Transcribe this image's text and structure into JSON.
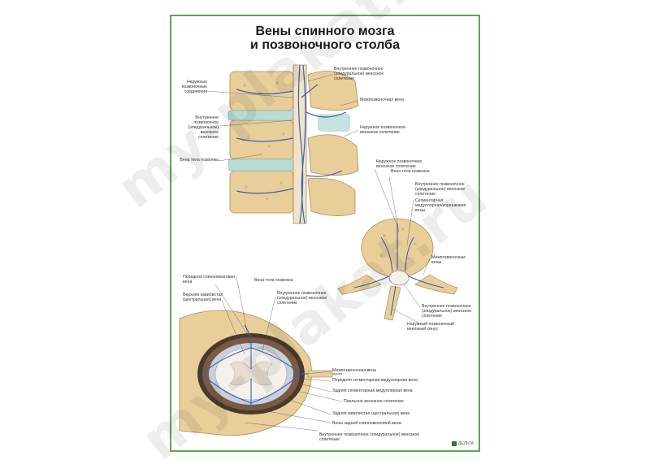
{
  "poster": {
    "title_line1": "Вены спинного мозга",
    "title_line2": "и позвоночного столба",
    "brand": "ДЕЛЬТА"
  },
  "labels": {
    "outer_connections": "Наружные\nпозвоночные\nсоединения",
    "internal_plexus_left": "Внутреннее\nпозвоночное\n(эпидуральное)\nвенозное\nсплетение",
    "vertebral_body_vein_left": "Вена тела позвонка",
    "internal_plexus_top": "Внутреннее позвоночное\n(эпидуральное) венозное\nсплетение",
    "intervertebral_vein_top": "Межпозвоночная вена",
    "external_plexus_top": "Наружное позвоночное\nвенозное сплетение",
    "external_plexus_mid": "Наружное позвоночное\nвенозное сплетение",
    "vertebral_body_vein_mid": "Вена тела позвонка",
    "internal_plexus_mid": "Внутреннее позвоночное\n(эпидуральное) венозное\nсплетение",
    "segmental_vein": "Сегментарная\nмедуллярная/корешковая\nвены",
    "intervertebral_veins": "Межпозвоночные\nвены",
    "internal_plexus_low": "Внутреннее позвоночное\n(эпидуральное) венозное\nсплетение",
    "basivertebral_sinus": "Наружный позвоночный\nвенозный синус",
    "anterior_spinal_vein": "Передняя спинномозговая\nвена",
    "vertebral_body_vein_bottom": "Вена тела позвонка",
    "upper_sinuous_vein": "Верхняя извилистая\n(центральная) вена",
    "internal_plexus_bottom": "Внутреннее позвоночное\n(эпидуральное) венозное\nсплетение",
    "intervertebral_vein_bottom": "Межпозвоночная вена",
    "anterior_segmental": "Передняя сегментарная медуллярная вена",
    "posterior_segmental": "Задняя сегментарная медуллярная вена",
    "pial_plexus": "Пиальное венозное сплетение",
    "posterior_sinuous": "Задняя извилистая (центральная) вена",
    "posterior_spinal_veins": "Вены задней спинномозговой вены",
    "internal_plexus_footer": "Внутреннее позвоночное (эпидуральное) венозное\nсплетение"
  },
  "watermark": "my-plakat.ru",
  "colors": {
    "frame": "#5aa84a",
    "vein": "#3b5fb0",
    "bone": "#e8cf9a",
    "bone_dark": "#c9a66b",
    "disc": "#b7dcd6",
    "cord": "#f4f1ec",
    "dura": "#4a3a2e"
  }
}
